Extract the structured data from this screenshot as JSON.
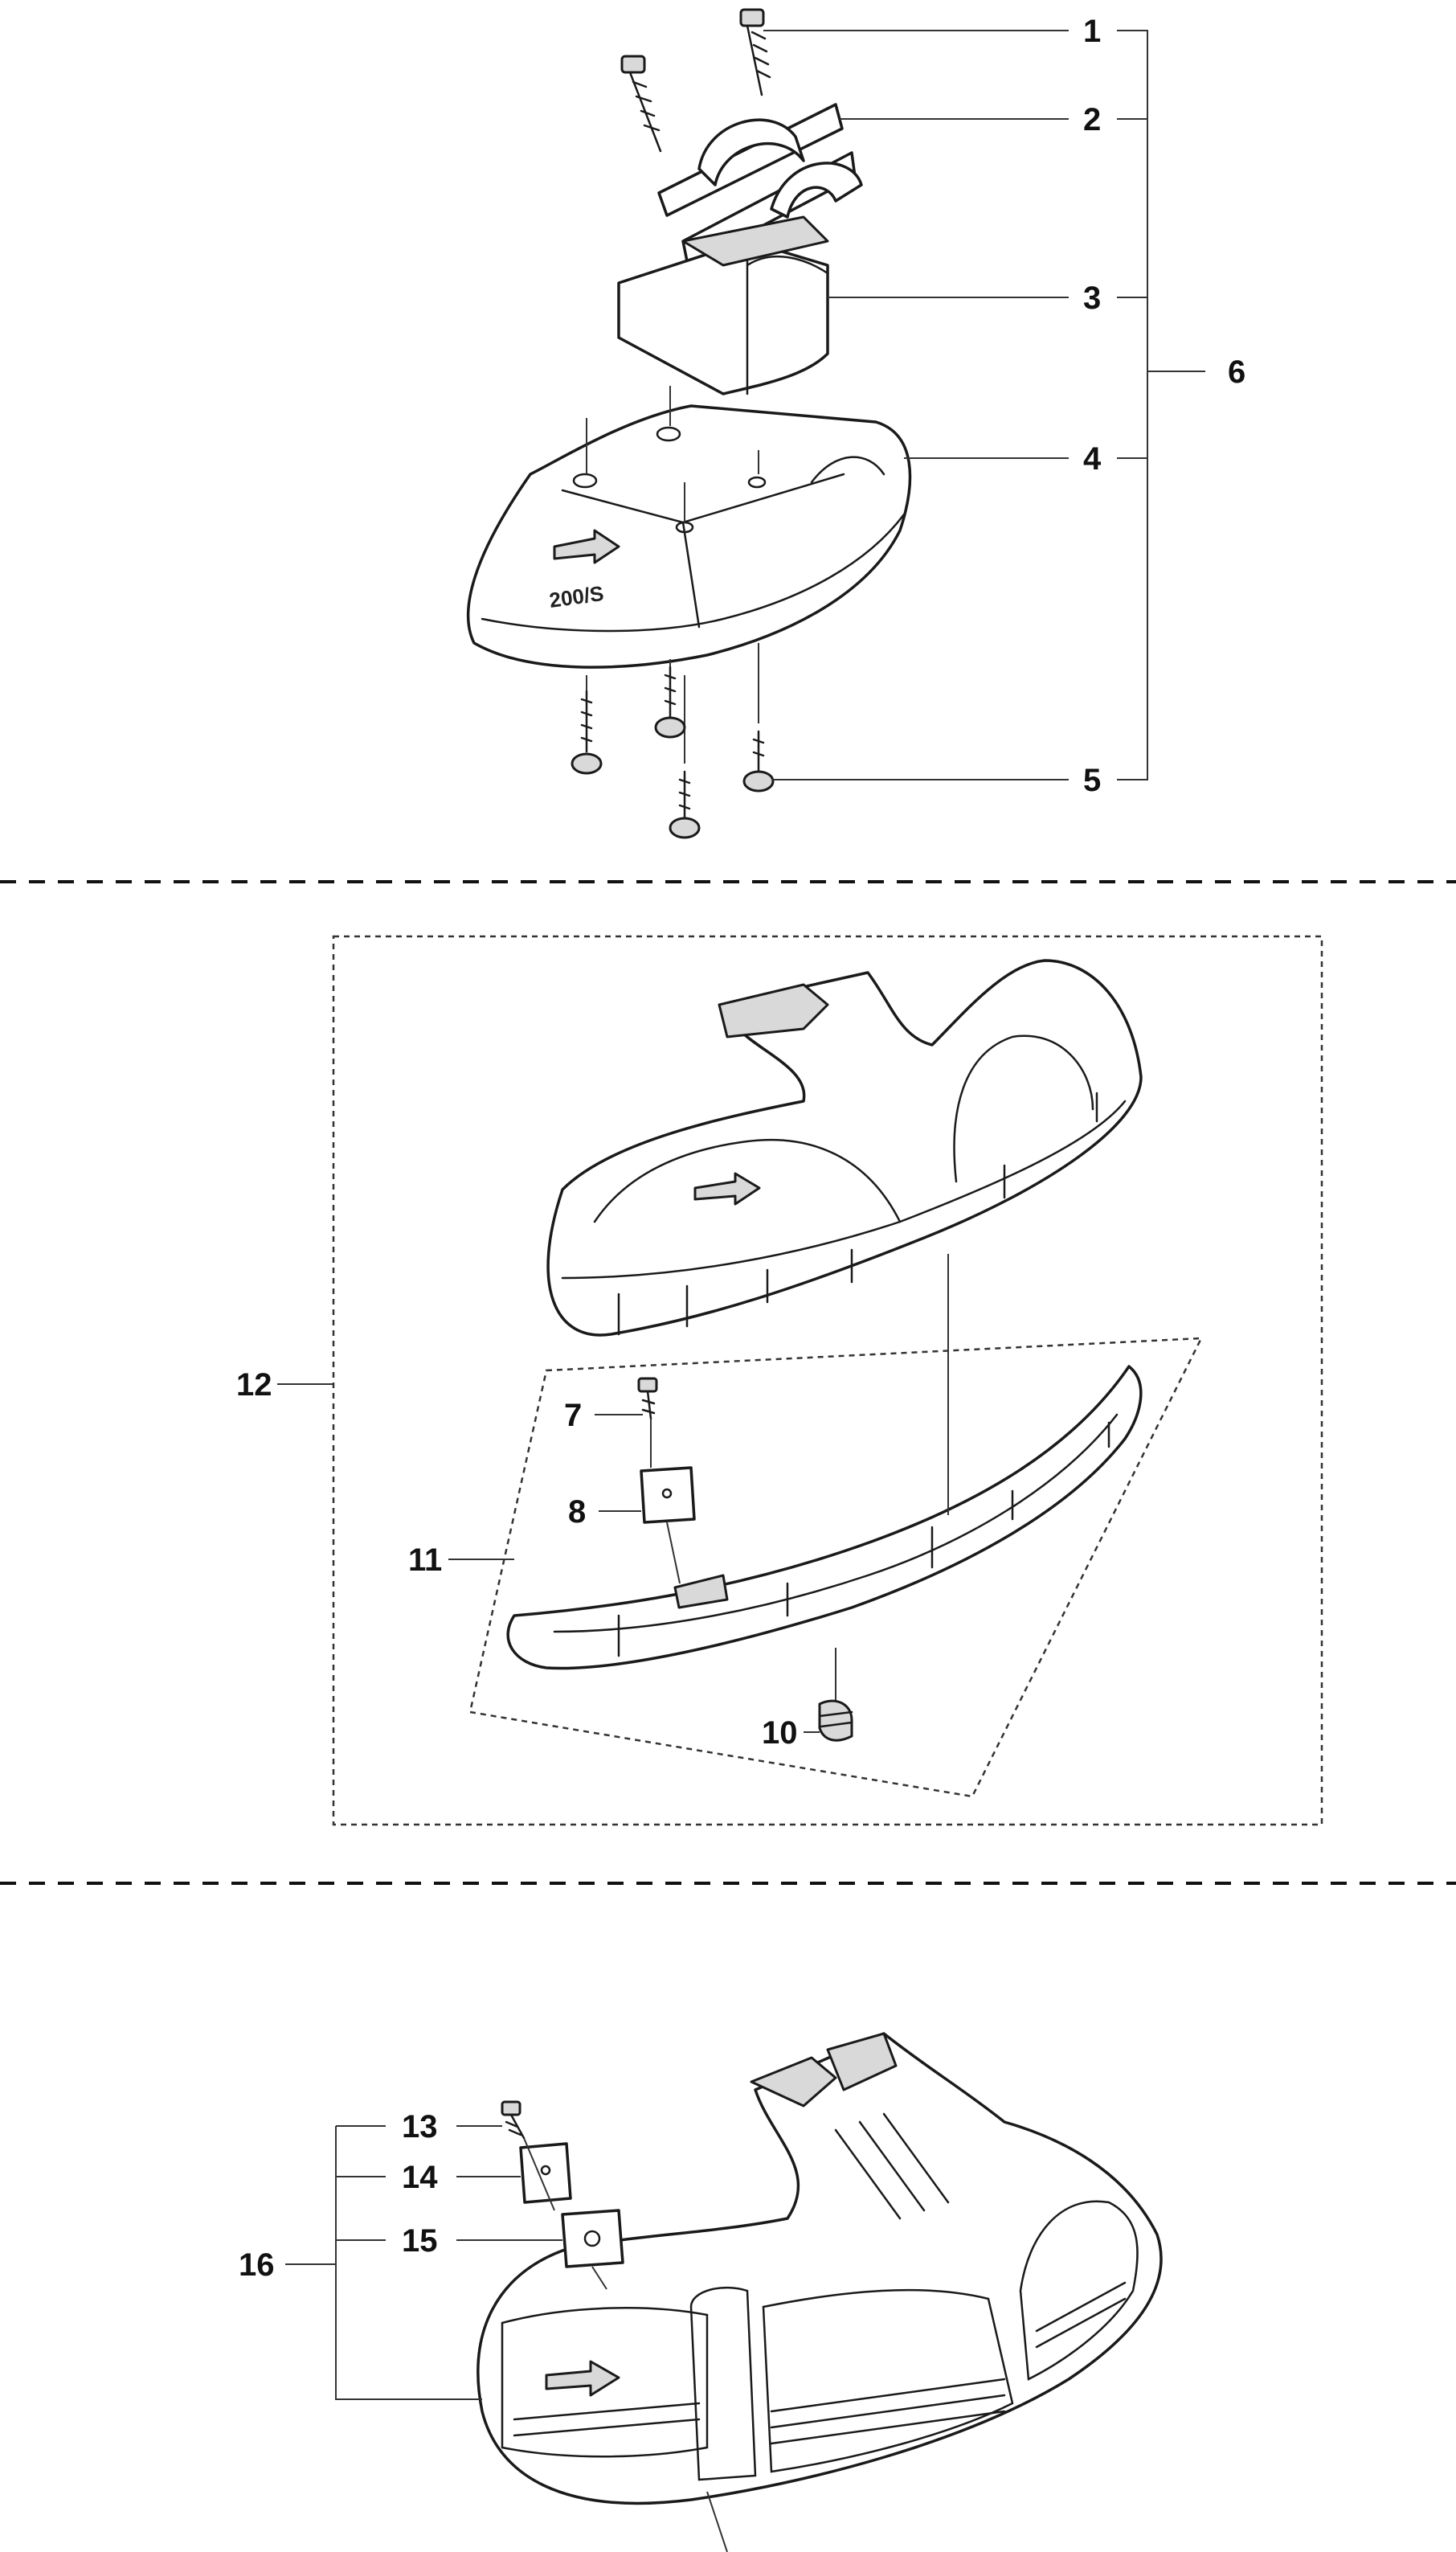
{
  "callouts": [
    "1",
    "2",
    "3",
    "4",
    "5",
    "6",
    "7",
    "8",
    "10",
    "11",
    "12",
    "13",
    "14",
    "15",
    "16"
  ],
  "decals": {
    "guard_model": "200/S"
  },
  "colors": {
    "line": "#1a1a1a",
    "background": "#ffffff",
    "shade": "#d9d9d9"
  }
}
